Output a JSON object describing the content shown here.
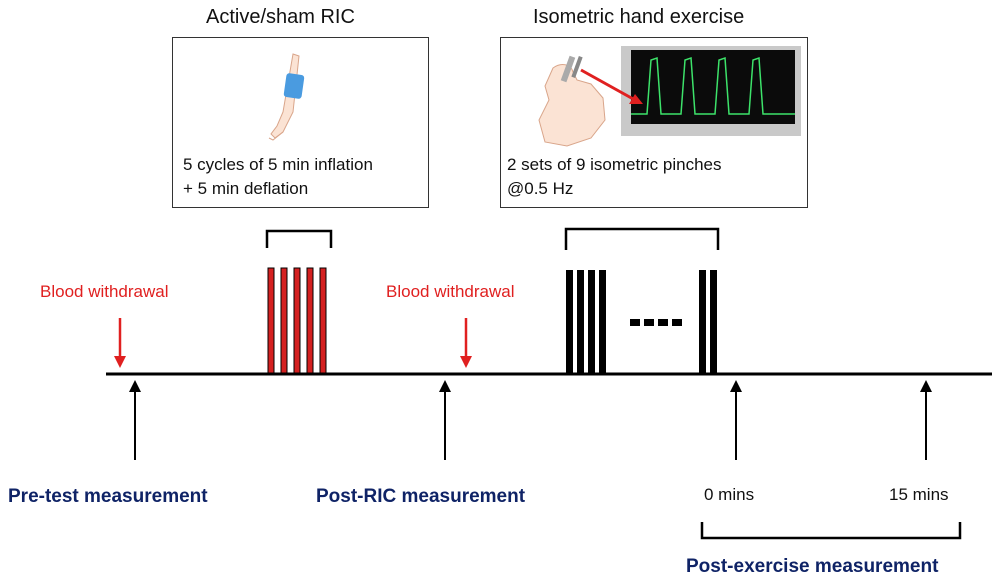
{
  "ric": {
    "title": "Active/sham RIC",
    "description_line1": "5 cycles of 5 min inflation",
    "description_line2": "+ 5 min deflation"
  },
  "exercise": {
    "title": "Isometric hand exercise",
    "description_line1": "2 sets of 9 isometric pinches",
    "description_line2": "@0.5 Hz"
  },
  "blood_withdrawal_label_1": "Blood withdrawal",
  "blood_withdrawal_label_2": "Blood withdrawal",
  "measurements": {
    "pre_test": "Pre-test measurement",
    "post_ric": "Post-RIC measurement",
    "post_exercise": "Post-exercise measurement",
    "t0": "0 mins",
    "t15": "15 mins"
  },
  "colors": {
    "ric_bar": "#d42020",
    "exercise_bar": "#000000",
    "blood_arrow": "#e02020",
    "measurement_text": "#0f2366",
    "scope_trace": "#3de36a",
    "cuff": "#4a9be0"
  }
}
